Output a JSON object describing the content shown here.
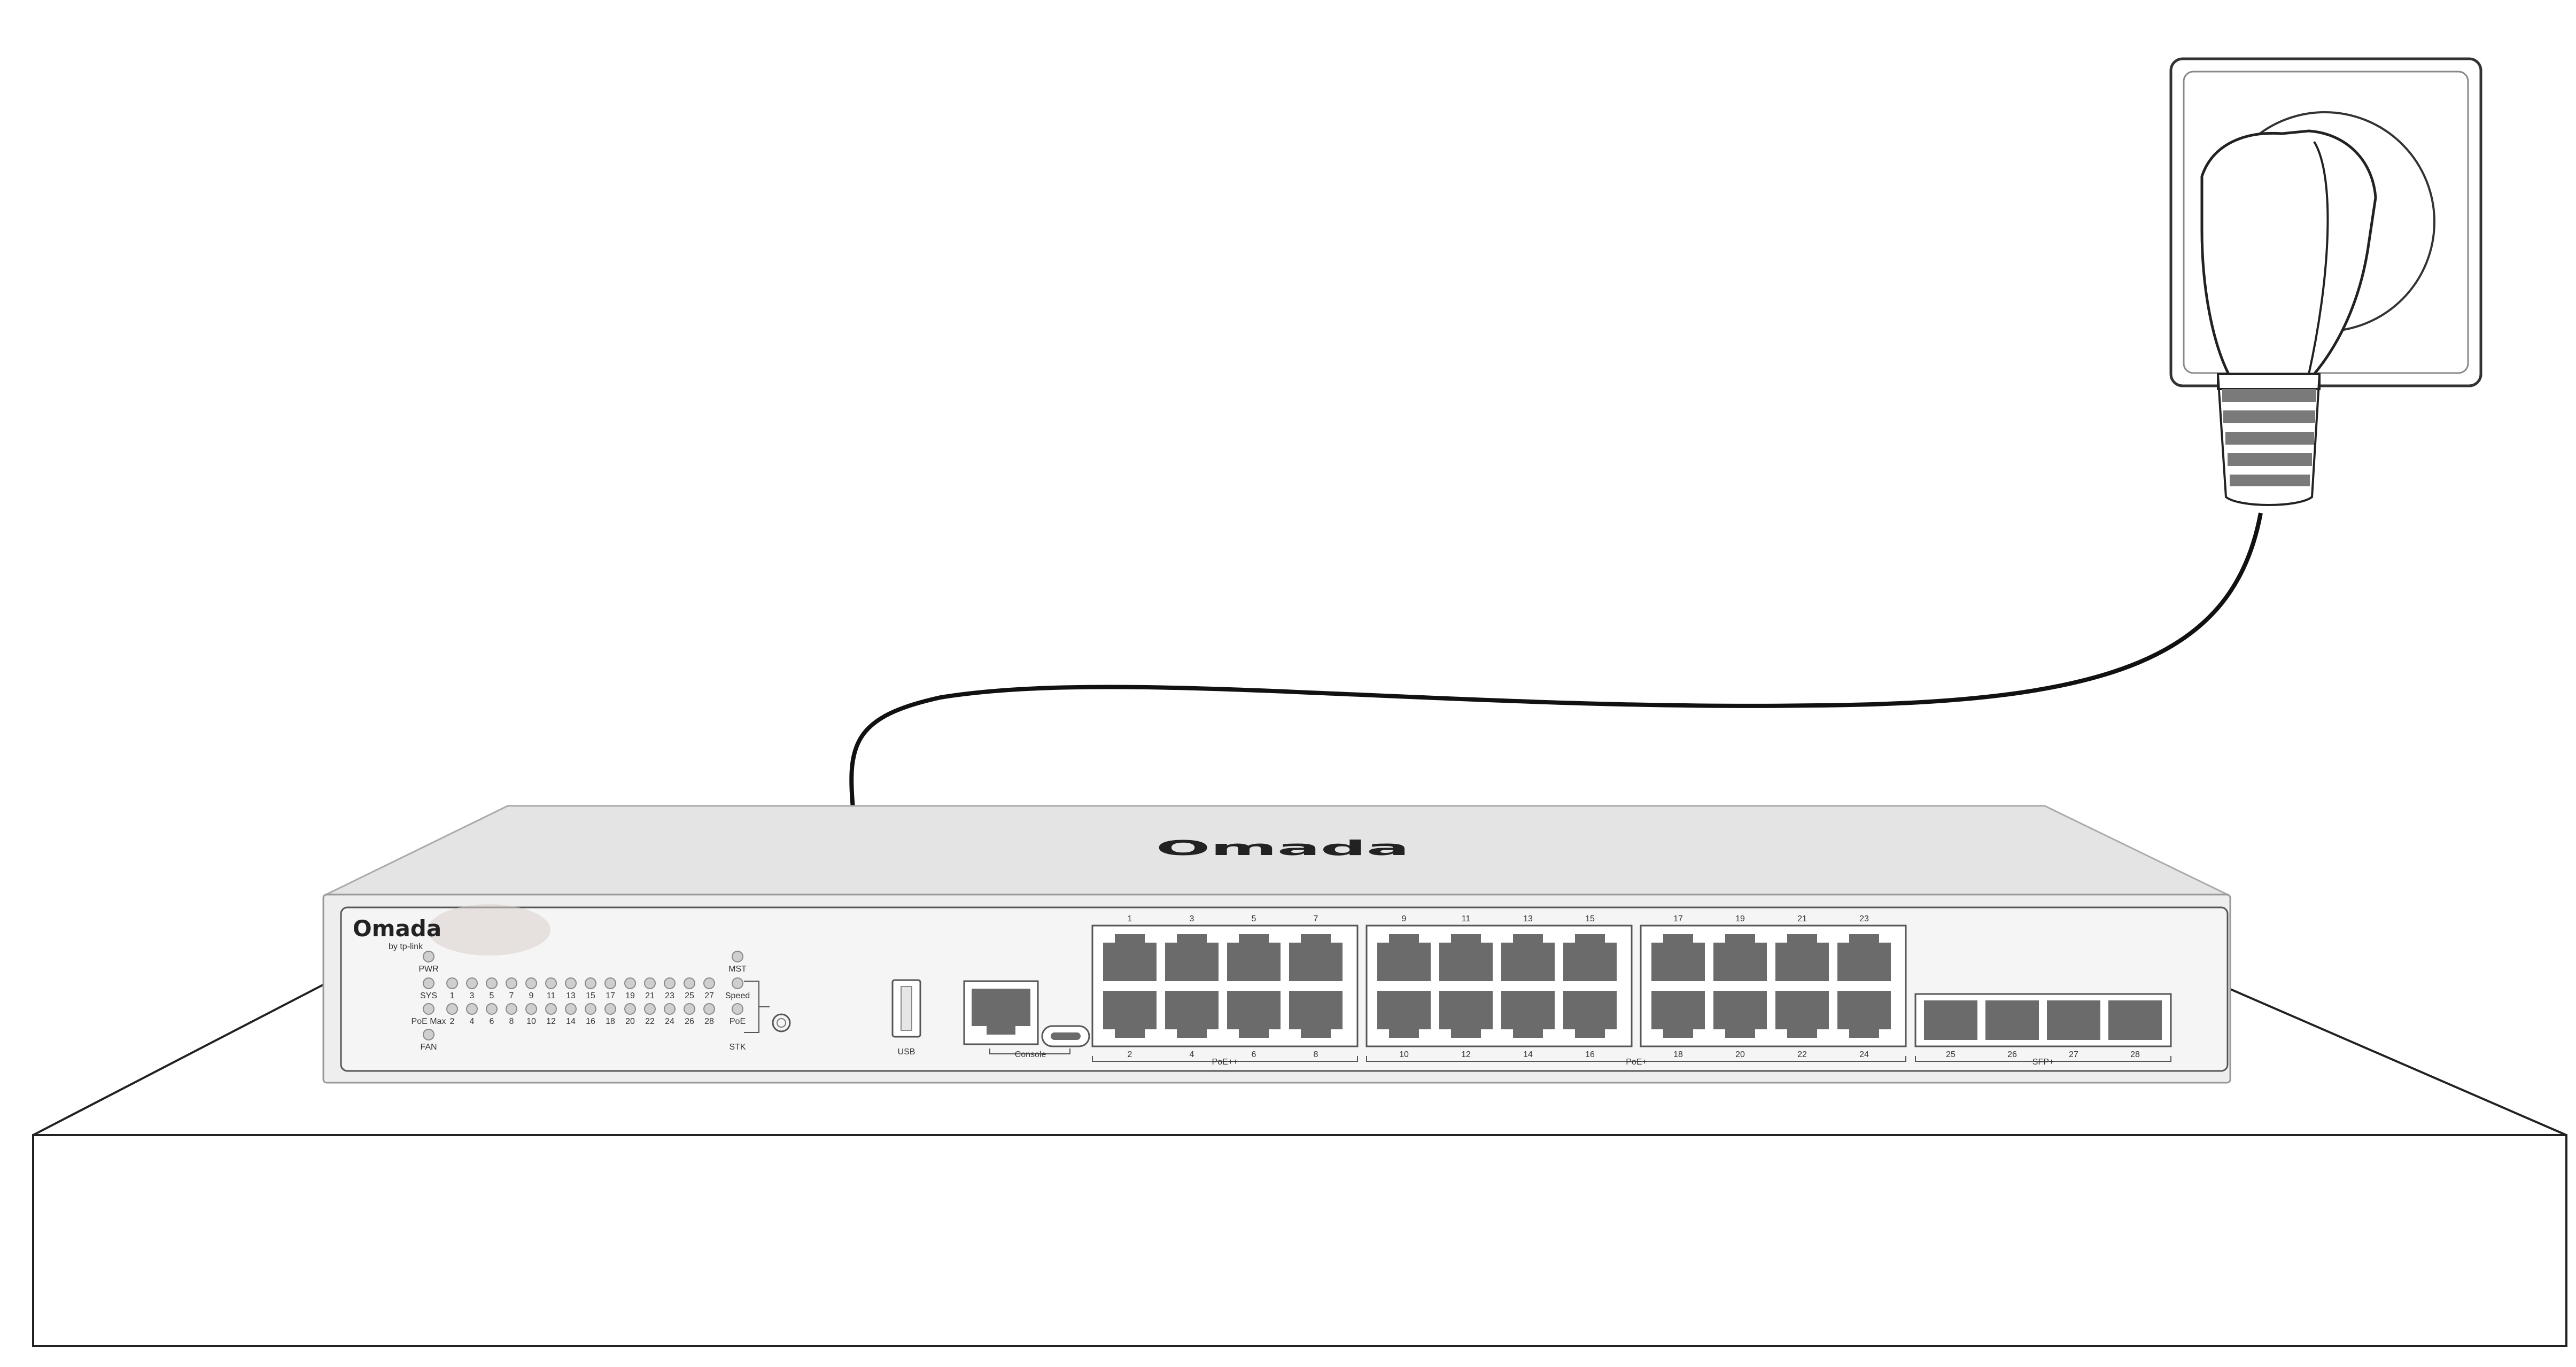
{
  "device": {
    "brand": "Omada",
    "brand_sub": "by tp-link",
    "top_logo": "Omada",
    "led_labels": {
      "pwr": "PWR",
      "sys": "SYS",
      "poe_max": "PoE Max",
      "fan": "FAN",
      "mst": "MST",
      "speed": "Speed",
      "poe": "PoE",
      "stk": "STK"
    },
    "led_port_top": [
      "1",
      "3",
      "5",
      "7",
      "9",
      "11",
      "13",
      "15",
      "17",
      "19",
      "21",
      "23",
      "25",
      "27"
    ],
    "led_port_bottom": [
      "2",
      "4",
      "6",
      "8",
      "10",
      "12",
      "14",
      "16",
      "18",
      "20",
      "22",
      "24",
      "26",
      "28"
    ],
    "usb_label": "USB",
    "console_label": "Console",
    "port_groups": [
      {
        "top": [
          "1",
          "3",
          "5",
          "7"
        ],
        "bottom": [
          "2",
          "4",
          "6",
          "8"
        ],
        "group_label": "PoE++"
      },
      {
        "top": [
          "9",
          "11",
          "13",
          "15"
        ],
        "bottom": [
          "10",
          "12",
          "14",
          "16"
        ],
        "group_label": "PoE+"
      },
      {
        "top": [
          "17",
          "19",
          "21",
          "23"
        ],
        "bottom": [
          "18",
          "20",
          "22",
          "24"
        ],
        "group_label": ""
      }
    ],
    "sfp_ports": [
      "25",
      "26",
      "27",
      "28"
    ],
    "sfp_label": "SFP+"
  },
  "colors": {
    "chassis_top": "#e4e4e4",
    "chassis_front": "#eeeeee",
    "port_fill": "#6b6b6b",
    "led_fill": "#cfcfcf",
    "outline": "#8a8a8a",
    "cable": "#111111"
  },
  "icons": [
    "power-plug-icon",
    "wall-socket-icon",
    "reset-button-icon"
  ]
}
